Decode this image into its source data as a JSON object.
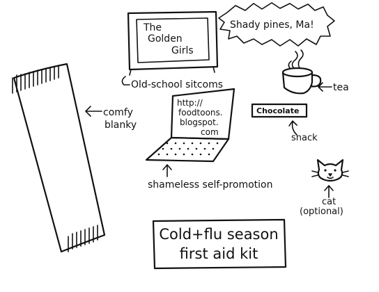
{
  "tv": {
    "line1": "The",
    "line2": "Golden",
    "line3": "Girls",
    "speech": "Shady pines, Ma!",
    "caption": "Old-school sitcoms"
  },
  "tea": {
    "label": "tea"
  },
  "blanket": {
    "label_line1": "comfy",
    "label_line2": "blanky"
  },
  "laptop": {
    "screen_line1": "http://",
    "screen_line2": "foodtoons.",
    "screen_line3": "blogspot.",
    "screen_line4": "com",
    "caption": "shameless self-promotion"
  },
  "snack": {
    "bar_text": "Chocolate",
    "label": "snack"
  },
  "cat": {
    "label_line1": "cat",
    "label_line2": "(optional)"
  },
  "title": {
    "line1": "Cold+flu season",
    "line2": "first aid kit"
  }
}
